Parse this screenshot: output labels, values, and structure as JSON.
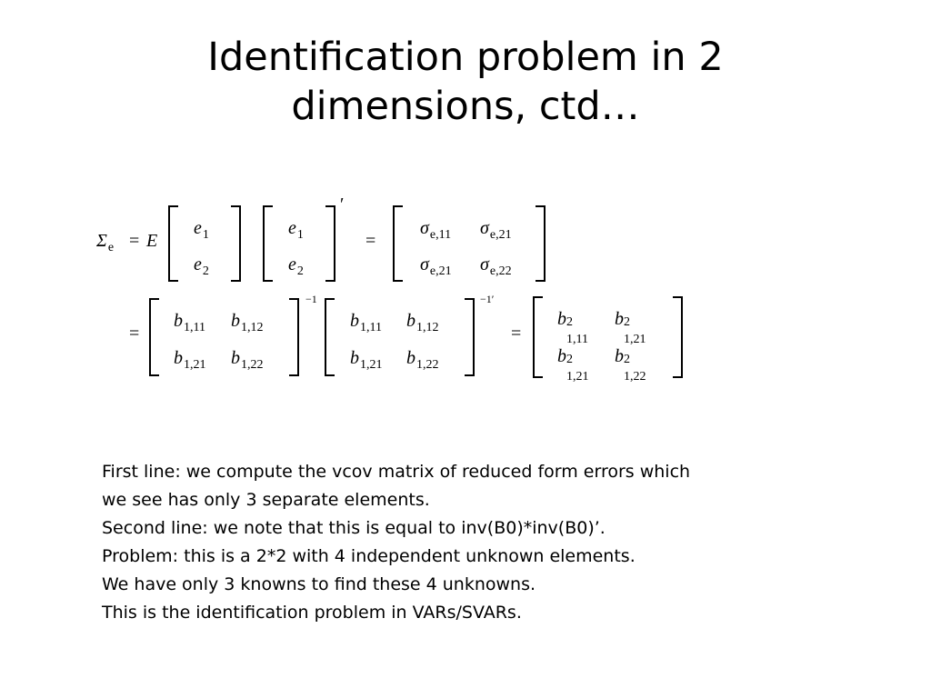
{
  "slide": {
    "title_line1": "Identification problem in 2",
    "title_line2": "dimensions, ctd…"
  },
  "equations": {
    "line1": {
      "lhs_symbol": "Σ",
      "lhs_sub": "e",
      "eq": "=",
      "E": "E",
      "vec_a": [
        [
          "e",
          "1"
        ],
        [
          "e",
          "2"
        ]
      ],
      "vec_b": [
        [
          "e",
          "1"
        ],
        [
          "e",
          "2"
        ]
      ],
      "transpose": "′",
      "matrix": [
        [
          "σ",
          "e,11"
        ],
        [
          "σ",
          "e,21"
        ],
        [
          "σ",
          "e,21"
        ],
        [
          "σ",
          "e,22"
        ]
      ]
    },
    "line2": {
      "eq": "=",
      "matrix_a": [
        [
          "b",
          "1,11"
        ],
        [
          "b",
          "1,12"
        ],
        [
          "b",
          "1,21"
        ],
        [
          "b",
          "1,22"
        ]
      ],
      "matrix_b": [
        [
          "b",
          "1,11"
        ],
        [
          "b",
          "1,12"
        ],
        [
          "b",
          "1,21"
        ],
        [
          "b",
          "1,22"
        ]
      ],
      "inv_mark_a": "−1",
      "inv_mark_b": "−1′",
      "matrix_c": [
        [
          "b",
          "1,11"
        ],
        [
          "b",
          "1,21"
        ],
        [
          "b",
          "1,21"
        ],
        [
          "b",
          "1,22"
        ]
      ],
      "square": "2"
    }
  },
  "body": {
    "lines": [
      "First line:  we compute the vcov matrix of reduced form errors which",
      "we see has only 3 separate elements.",
      "Second line:  we note that this is equal to inv(B0)*inv(B0)’.",
      "Problem:  this is a 2*2 with 4 independent unknown elements.",
      "We have only 3 knowns to find these 4 unknowns.",
      "This is the identification problem in VARs/SVARs."
    ]
  }
}
